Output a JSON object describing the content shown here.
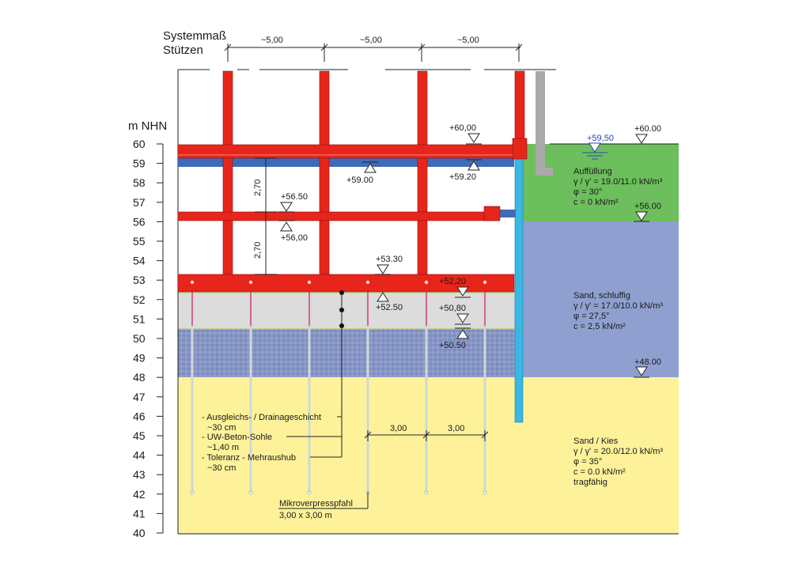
{
  "header": {
    "system_line1": "Systemmaß",
    "system_line2": "Stützen",
    "spans": [
      "~5,00",
      "~5,00",
      "~5,00"
    ]
  },
  "axis": {
    "unit_label": "m NHN",
    "ticks": [
      "60",
      "59",
      "58",
      "57",
      "56",
      "55",
      "54",
      "53",
      "52",
      "51",
      "50",
      "49",
      "48",
      "47",
      "46",
      "45",
      "44",
      "43",
      "42",
      "41",
      "40"
    ]
  },
  "elevations": {
    "top_slab_top": "+60,00",
    "top_slab_bottom": "+59.00",
    "top_slab_bottom_right": "+59.20",
    "mid_slab_top": "+56.50",
    "mid_slab_bottom": "+56,00",
    "base_top": "+53.30",
    "base_slab_top": "+52,20",
    "base_slab_bottom": "+52.50",
    "uw_top": "+50,80",
    "uw_bottom": "+50.50"
  },
  "dims": {
    "storey_1": "2,70",
    "storey_2": "2,70",
    "pile_spacing_1": "3,00",
    "pile_spacing_2": "3,00"
  },
  "legend": {
    "item1": "- Ausgleichs- / Drainageschicht",
    "item1_sub": "~30 cm",
    "item2": "- UW-Beton-Sohle",
    "item2_sub": "~1,40 m",
    "item3": "- Toleranz - Mehraushub",
    "item3_sub": "~30 cm",
    "pile_label": "Mikroverpresspfahl",
    "pile_sub": "3,00 x 3,00 m"
  },
  "soil": {
    "ground_level": "+60.00",
    "water_level": "+59,50",
    "layer1_name": "Auffüllung",
    "layer1_gamma": "γ / γ' = 19.0/11.0 kN/m³",
    "layer1_phi": "φ = 30°",
    "layer1_c": "c = 0 kN/m²",
    "layer1_bottom": "+56.00",
    "layer2_name": "Sand, schluffig",
    "layer2_gamma": "γ / γ' = 17.0/10.0 kN/m³",
    "layer2_phi": "φ = 27,5°",
    "layer2_c": "c = 2,5 kN/m²",
    "layer2_bottom": "+48.00",
    "layer3_name": "Sand / Kies",
    "layer3_gamma": "γ / γ' = 20.0/12.0 kN/m³",
    "layer3_phi": "φ = 35°",
    "layer3_c": "c = 0.0 kN/m²",
    "layer3_note": "tragfähig"
  },
  "colors": {
    "concrete_red": "#e8251b",
    "fill_green": "#6cbf5c",
    "silty_sand_blue": "#8fa0d0",
    "gravel_yellow": "#fdf29a",
    "sheet_pile_cyan": "#3ab7e3",
    "uw_concrete_grey": "#dcdcdc",
    "water_blue": "#2a47b8"
  }
}
